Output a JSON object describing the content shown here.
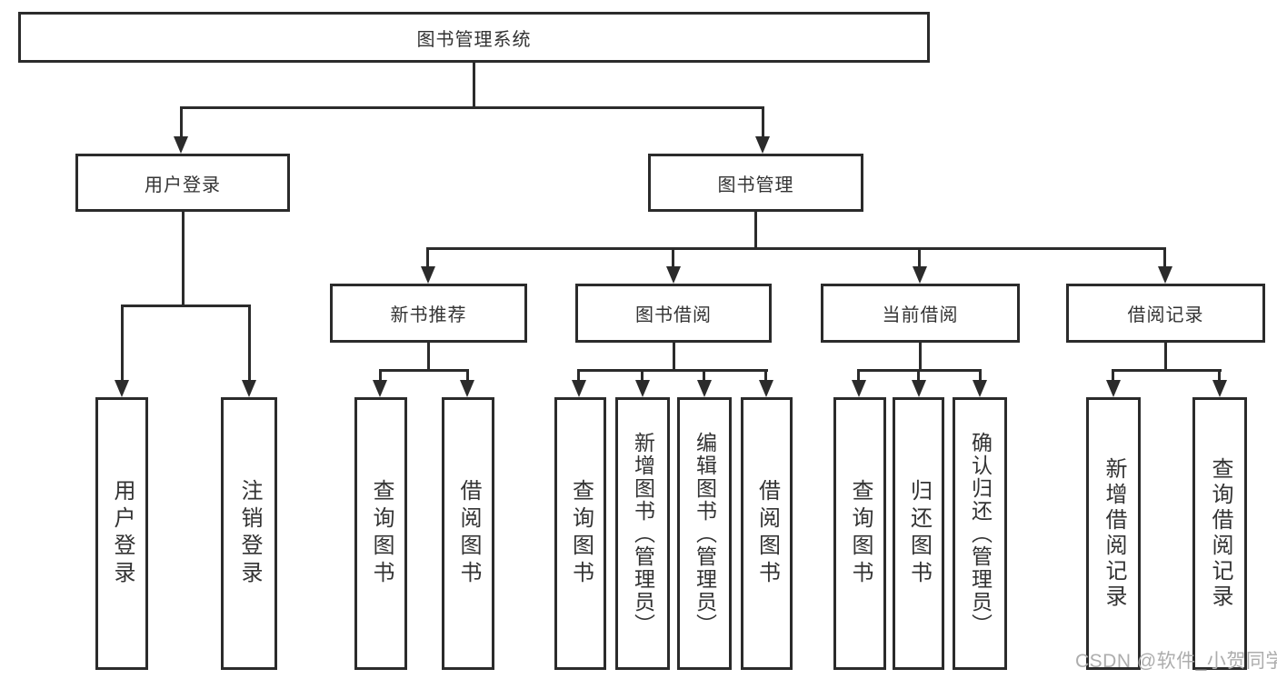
{
  "diagram_title": "图书管理系统",
  "nodes": {
    "root": "图书管理系统",
    "user_login": "用户登录",
    "book_mgmt": "图书管理",
    "new_book_rec": "新书推荐",
    "book_borrow": "图书借阅",
    "current_borrow": "当前借阅",
    "borrow_records": "借阅记录",
    "leaf_user_login": "用户登录",
    "leaf_logout": "注销登录",
    "leaf_query_book_a": "查询图书",
    "leaf_borrow_book_a": "借阅图书",
    "leaf_query_book_b": "查询图书",
    "leaf_add_book_admin": "新增图书（管理员）",
    "leaf_edit_book_admin": "编辑图书（管理员）",
    "leaf_borrow_book_b": "借阅图书",
    "leaf_query_book_c": "查询图书",
    "leaf_return_book": "归还图书",
    "leaf_confirm_return_admin": "确认归还（管理员）",
    "leaf_add_borrow_record": "新增借阅记录",
    "leaf_query_borrow_record": "查询借阅记录"
  },
  "watermark": "CSDN @软件_小贺同学",
  "colors": {
    "line": "#2b2b2b",
    "text": "#333333",
    "watermark_text": "#adadad",
    "background": "#ffffff"
  }
}
